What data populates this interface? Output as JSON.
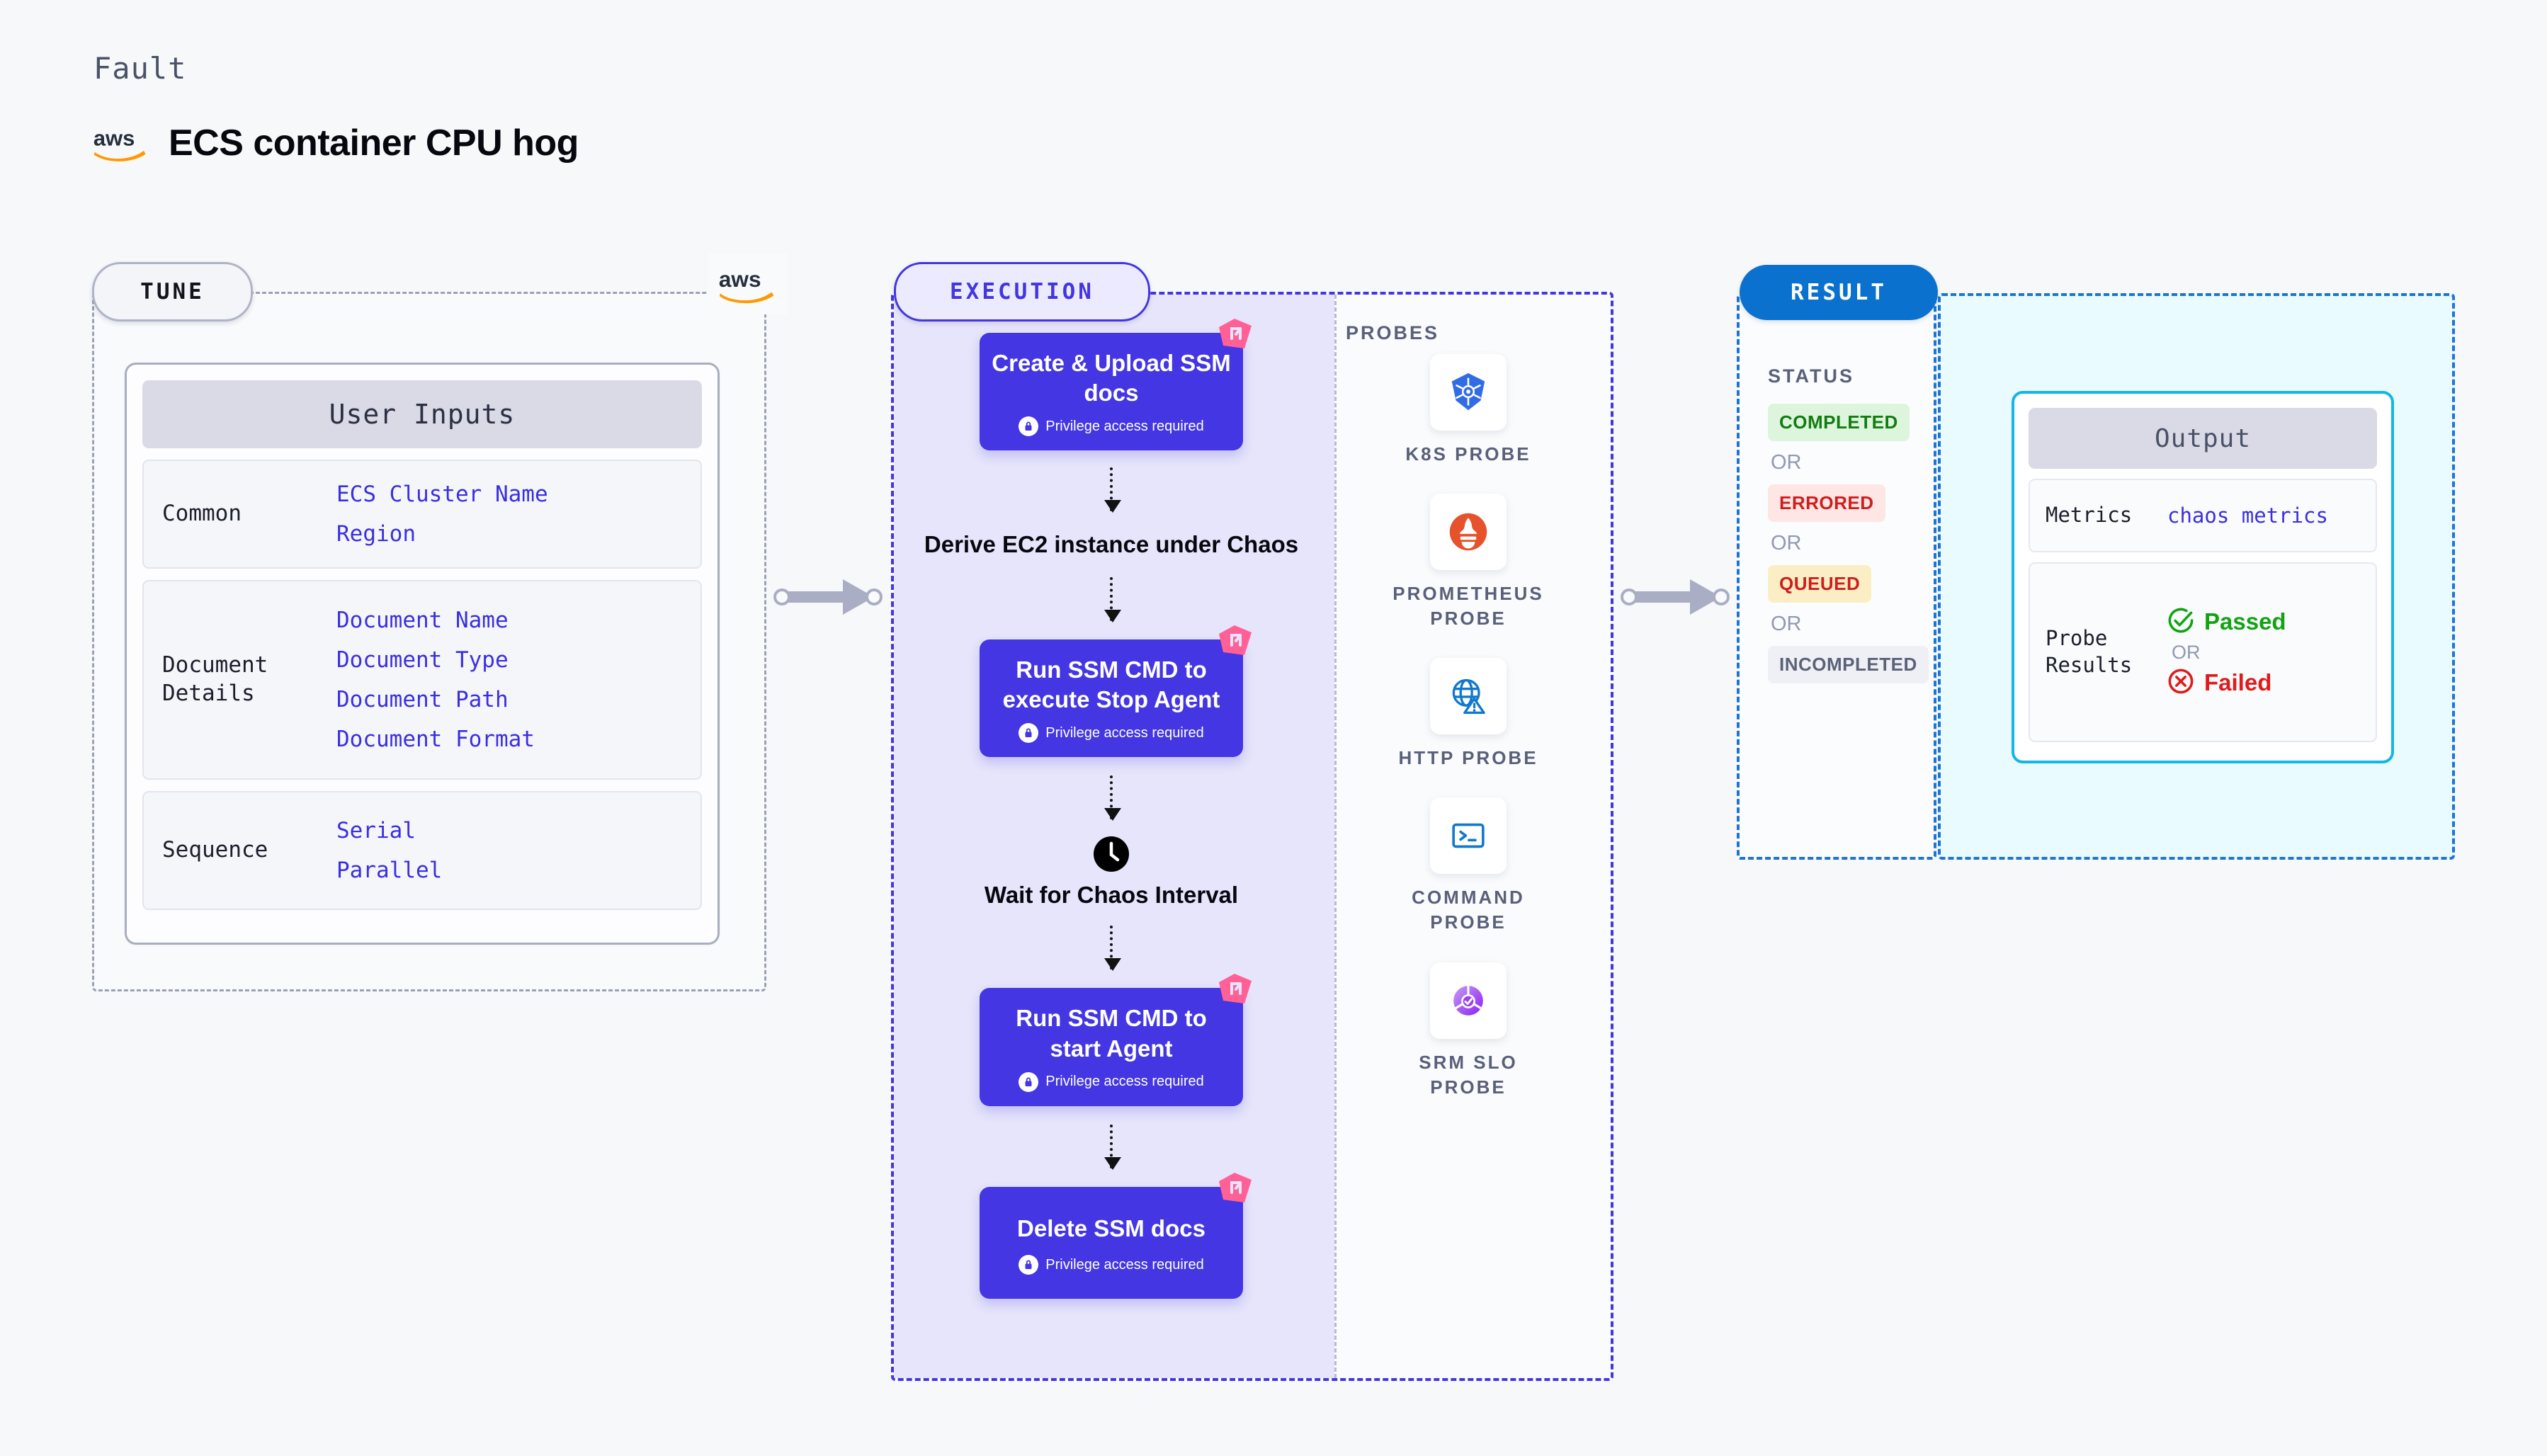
{
  "header": {
    "eyebrow": "Fault",
    "title": "ECS container CPU hog",
    "provider_logo": "aws-logo"
  },
  "tune": {
    "badge": "TUNE",
    "card_title": "User Inputs",
    "provider_logo": "aws-logo",
    "groups": [
      {
        "label": "Common",
        "values": [
          "ECS Cluster Name",
          "Region"
        ]
      },
      {
        "label": "Document Details",
        "values": [
          "Document Name",
          "Document Type",
          "Document Path",
          "Document Format"
        ]
      },
      {
        "label": "Sequence",
        "values": [
          "Serial",
          "Parallel"
        ]
      }
    ]
  },
  "execution": {
    "badge": "EXECUTION",
    "privilege_note": "Privilege access required",
    "steps": [
      {
        "title": "Create & Upload SSM docs",
        "type": "task",
        "privileged": true,
        "icon": "lock-icon",
        "flag": "harness-flag-icon"
      },
      {
        "title": "Derive EC2 instance under Chaos",
        "type": "plain",
        "privileged": false,
        "icon": null
      },
      {
        "title": "Run SSM CMD to execute Stop Agent",
        "type": "task",
        "privileged": true,
        "icon": "lock-icon",
        "flag": "harness-flag-icon"
      },
      {
        "title": "Wait for Chaos Interval",
        "type": "plain",
        "privileged": false,
        "icon": "clock-icon"
      },
      {
        "title": "Run SSM CMD to start Agent",
        "type": "task",
        "privileged": true,
        "icon": "lock-icon",
        "flag": "harness-flag-icon"
      },
      {
        "title": "Delete SSM docs",
        "type": "task",
        "privileged": true,
        "icon": "lock-icon",
        "flag": "harness-flag-icon"
      }
    ]
  },
  "probes": {
    "title": "PROBES",
    "items": [
      {
        "label": "K8S PROBE",
        "icon": "kubernetes-icon",
        "color": "#326CE5"
      },
      {
        "label": "PROMETHEUS PROBE",
        "icon": "prometheus-icon",
        "color": "#E6522C"
      },
      {
        "label": "HTTP PROBE",
        "icon": "globe-warning-icon",
        "color": "#1178CE"
      },
      {
        "label": "COMMAND PROBE",
        "icon": "terminal-icon",
        "color": "#1178CE"
      },
      {
        "label": "SRM SLO PROBE",
        "icon": "slo-donut-icon",
        "color": "#9A41F2"
      }
    ]
  },
  "result": {
    "badge": "RESULT",
    "status_title": "STATUS",
    "or_label": "OR",
    "statuses": [
      {
        "label": "COMPLETED",
        "bg": "#ddf5dd",
        "color": "#117d11"
      },
      {
        "label": "ERRORED",
        "bg": "#fde6e4",
        "color": "#cf1d1d"
      },
      {
        "label": "QUEUED",
        "bg": "#fceec4",
        "color": "#cf1d1d"
      },
      {
        "label": "INCOMPLETED",
        "bg": "#eef0f5",
        "color": "#5b6278"
      }
    ],
    "output": {
      "title": "Output",
      "metrics_label": "Metrics",
      "metrics_value": "chaos metrics",
      "probe_label": "Probe Results",
      "passed": "Passed",
      "failed": "Failed",
      "or_label": "OR"
    }
  },
  "theme": {
    "accent_purple": "#4336e0",
    "accent_blue": "#0a72ce",
    "accent_cyan": "#13b6e8",
    "link_blue": "#3a2fe0",
    "flag_pink": "#FF6196"
  }
}
